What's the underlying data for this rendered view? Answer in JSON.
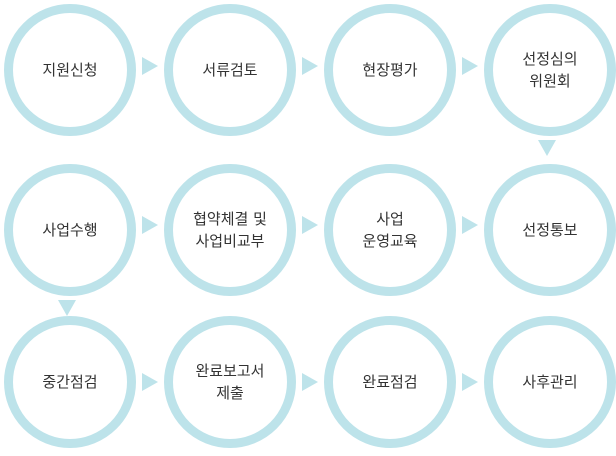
{
  "colors": {
    "ring": "#bde3ea",
    "text": "#333333"
  },
  "steps": [
    {
      "lines": [
        "지원신청"
      ]
    },
    {
      "lines": [
        "서류검토"
      ]
    },
    {
      "lines": [
        "현장평가"
      ]
    },
    {
      "lines": [
        "선정심의",
        "위원회"
      ]
    },
    {
      "lines": [
        "선정통보"
      ]
    },
    {
      "lines": [
        "사업",
        "운영교육"
      ]
    },
    {
      "lines": [
        "협약체결 및",
        "사업비교부"
      ]
    },
    {
      "lines": [
        "사업수행"
      ]
    },
    {
      "lines": [
        "중간점검"
      ]
    },
    {
      "lines": [
        "완료보고서",
        "제출"
      ]
    },
    {
      "lines": [
        "완료점검"
      ]
    },
    {
      "lines": [
        "사후관리"
      ]
    }
  ]
}
